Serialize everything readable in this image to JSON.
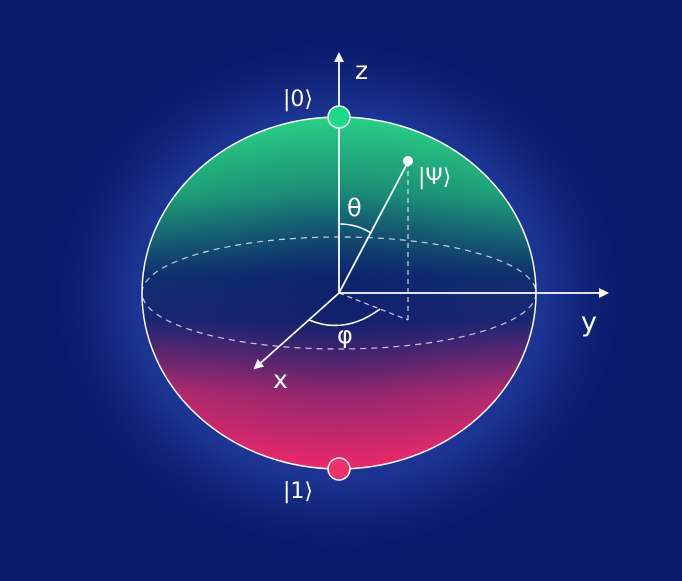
{
  "colors": {
    "background": "#0a1a6b",
    "halo": "#2e4fb8",
    "north_pole": "#1fd98a",
    "south_pole": "#f0306a",
    "sphere_top": "#2bd687",
    "sphere_bottom": "#f4286a",
    "line": "#ffffff"
  },
  "diagram": {
    "state_label": "|Ψ⟩",
    "ket0_label": "|0⟩",
    "ket1_label": "|1⟩",
    "axis_labels": {
      "x": "x",
      "y": "y",
      "z": "z"
    },
    "angle_labels": {
      "theta": "θ",
      "phi": "φ"
    }
  }
}
